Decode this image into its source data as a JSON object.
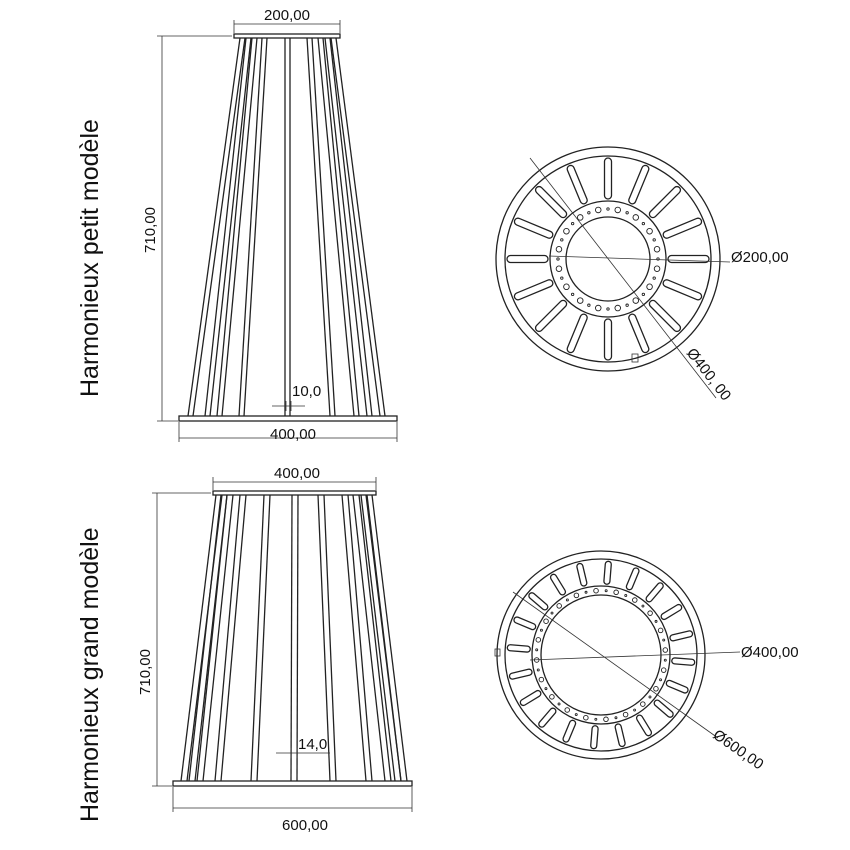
{
  "titles": {
    "small": "Harmonieux petit modèle",
    "large": "Harmonieux grand modèle"
  },
  "small_model": {
    "top_width": "200,00",
    "height": "710,00",
    "bottom_width": "400,00",
    "bar_thickness": "10,0",
    "inner_diameter": "Ø200,00",
    "outer_diameter": "Ø400, 00"
  },
  "large_model": {
    "top_width": "400,00",
    "height": "710,00",
    "bottom_width": "600,00",
    "bar_thickness": "14,0",
    "inner_diameter": "Ø400,00",
    "outer_diameter": "Ø600,00"
  },
  "colors": {
    "line": "#222222",
    "background": "#ffffff"
  }
}
